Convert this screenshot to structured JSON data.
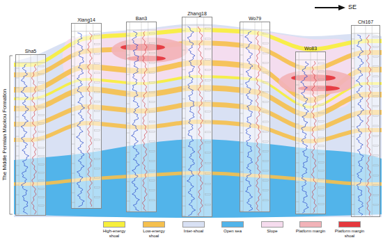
{
  "diagram": {
    "nodes": [
      {
        "text": [
          "Sha5"
        ]
      },
      {
        "text": [
          "Xiang14"
        ]
      },
      {
        "text": [
          "Ban3"
        ]
      },
      {
        "text": [
          "Zhang18"
        ]
      },
      {
        "text": [
          "Wo79"
        ]
      },
      {
        "text": [
          "Wo83"
        ]
      },
      {
        "text": [
          "Chi167"
        ]
      }
    ],
    "labels": [
      "SE",
      "The Middle Permian Maokou Formation"
    ],
    "legend": [
      {
        "text": "High-energy shoal",
        "color": "#f7ef3c"
      },
      {
        "text": "Low-energy shoal",
        "color": "#f5c04e"
      },
      {
        "text": "Inter-shoal",
        "color": "#d9e1f4"
      },
      {
        "text": "Open sea",
        "color": "#52b4ea"
      },
      {
        "text": "Slope",
        "color": "#f6dcee"
      },
      {
        "text": "Platform margin",
        "color": "#f2b3b8"
      },
      {
        "text": "Platform margin shoal",
        "color": "#e5383e"
      }
    ]
  }
}
